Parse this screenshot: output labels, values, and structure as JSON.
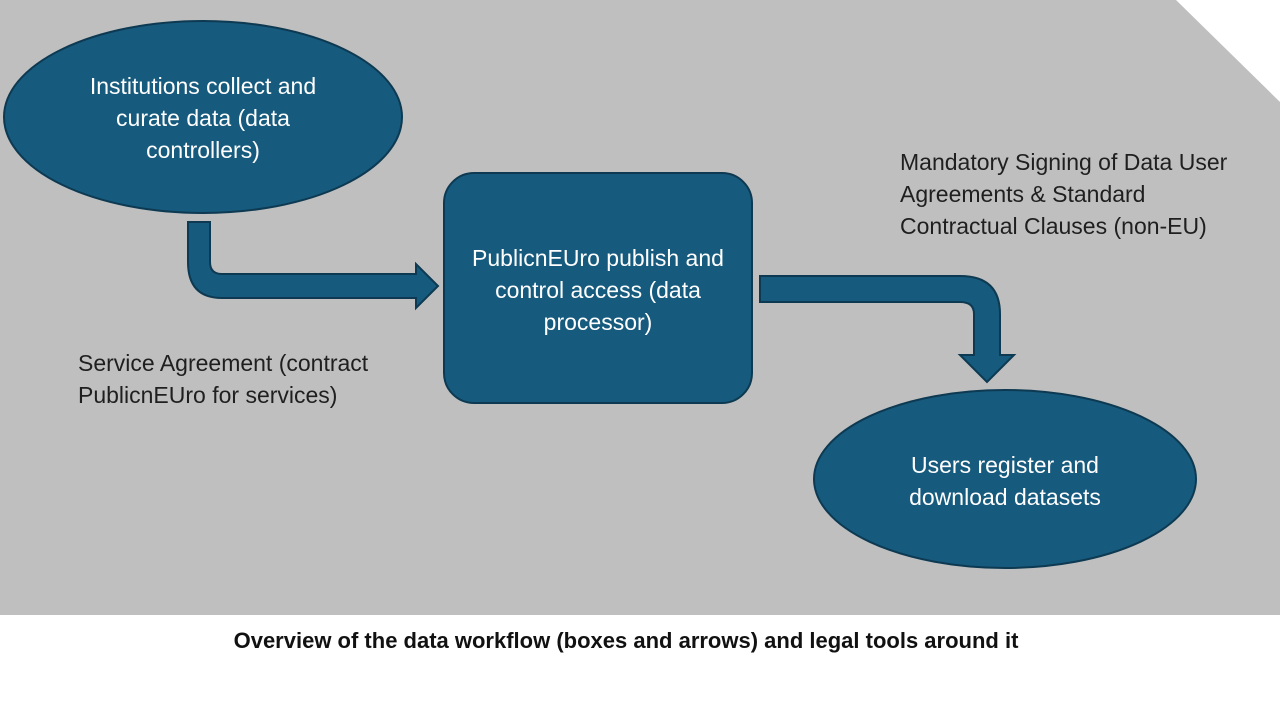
{
  "colors": {
    "background_panel": "#bfbfbf",
    "node_fill": "#165a7d",
    "node_stroke": "#0d3a52",
    "corner_fold": "#ffffff",
    "text_light": "#ffffff",
    "text_dark": "#1f1f1f"
  },
  "nodes": {
    "institutions": "Institutions collect and curate data (data controllers)",
    "processor": "PublicnEUro publish and control access (data processor)",
    "users": "Users register and download datasets"
  },
  "notes": {
    "service_agreement": "Service Agreement (contract PublicnEUro for services)",
    "user_agreements": "Mandatory Signing of Data User Agreements & Standard Contractual Clauses (non-EU)"
  },
  "caption": "Overview of the data workflow (boxes and arrows) and legal tools around it"
}
